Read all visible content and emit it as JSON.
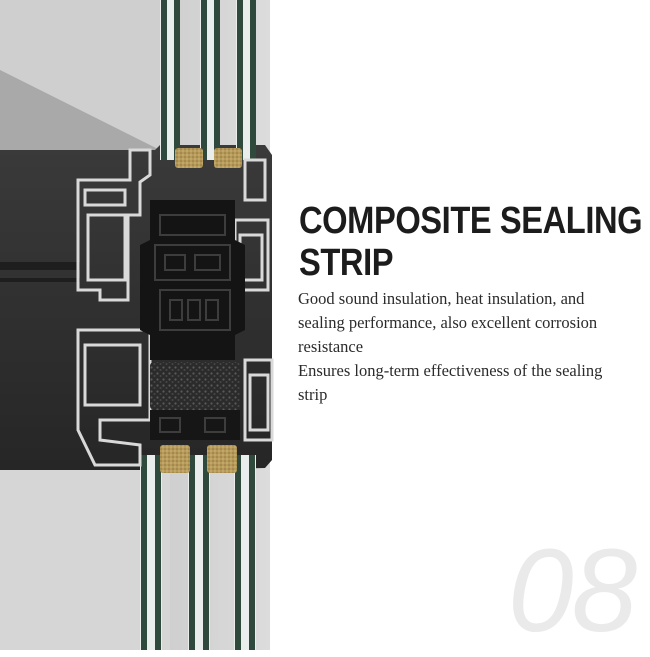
{
  "heading": {
    "line1": "COMPOSITE SEALING",
    "line2": "STRIP"
  },
  "description": {
    "line1": "Good sound insulation, heat insulation, and sealing performance, also excellent corrosion resistance",
    "line2": "Ensures long-term effectiveness of the sealing strip"
  },
  "page_number": "08",
  "colors": {
    "frame": "#2a2a2a",
    "glass": "#2f4a3c",
    "seal": "#b59a5a",
    "background": "#ffffff"
  }
}
